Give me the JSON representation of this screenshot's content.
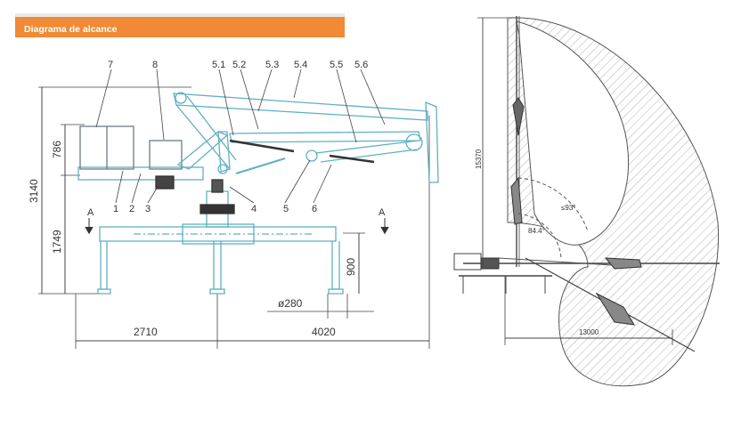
{
  "header": {
    "title": "Diagrama de alcance",
    "accent_color": "#f08a36"
  },
  "left_drawing": {
    "part_labels": [
      "7",
      "8",
      "5.1",
      "5.2",
      "5.3",
      "5.4",
      "5.5",
      "5.6",
      "1",
      "2",
      "3",
      "4",
      "5",
      "6"
    ],
    "section_labels": [
      "A",
      "A"
    ],
    "dimensions": {
      "overall_height": "3140",
      "upper_height": "786",
      "lower_height": "1749",
      "leg_height": "900",
      "leg_pad": "ø280",
      "left_span": "2710",
      "right_span": "4020"
    }
  },
  "right_drawing": {
    "vertical_reach": "15370",
    "horizontal_reach": "13000",
    "angle_upper": "≤93°",
    "angle_lower": "84.4°"
  }
}
